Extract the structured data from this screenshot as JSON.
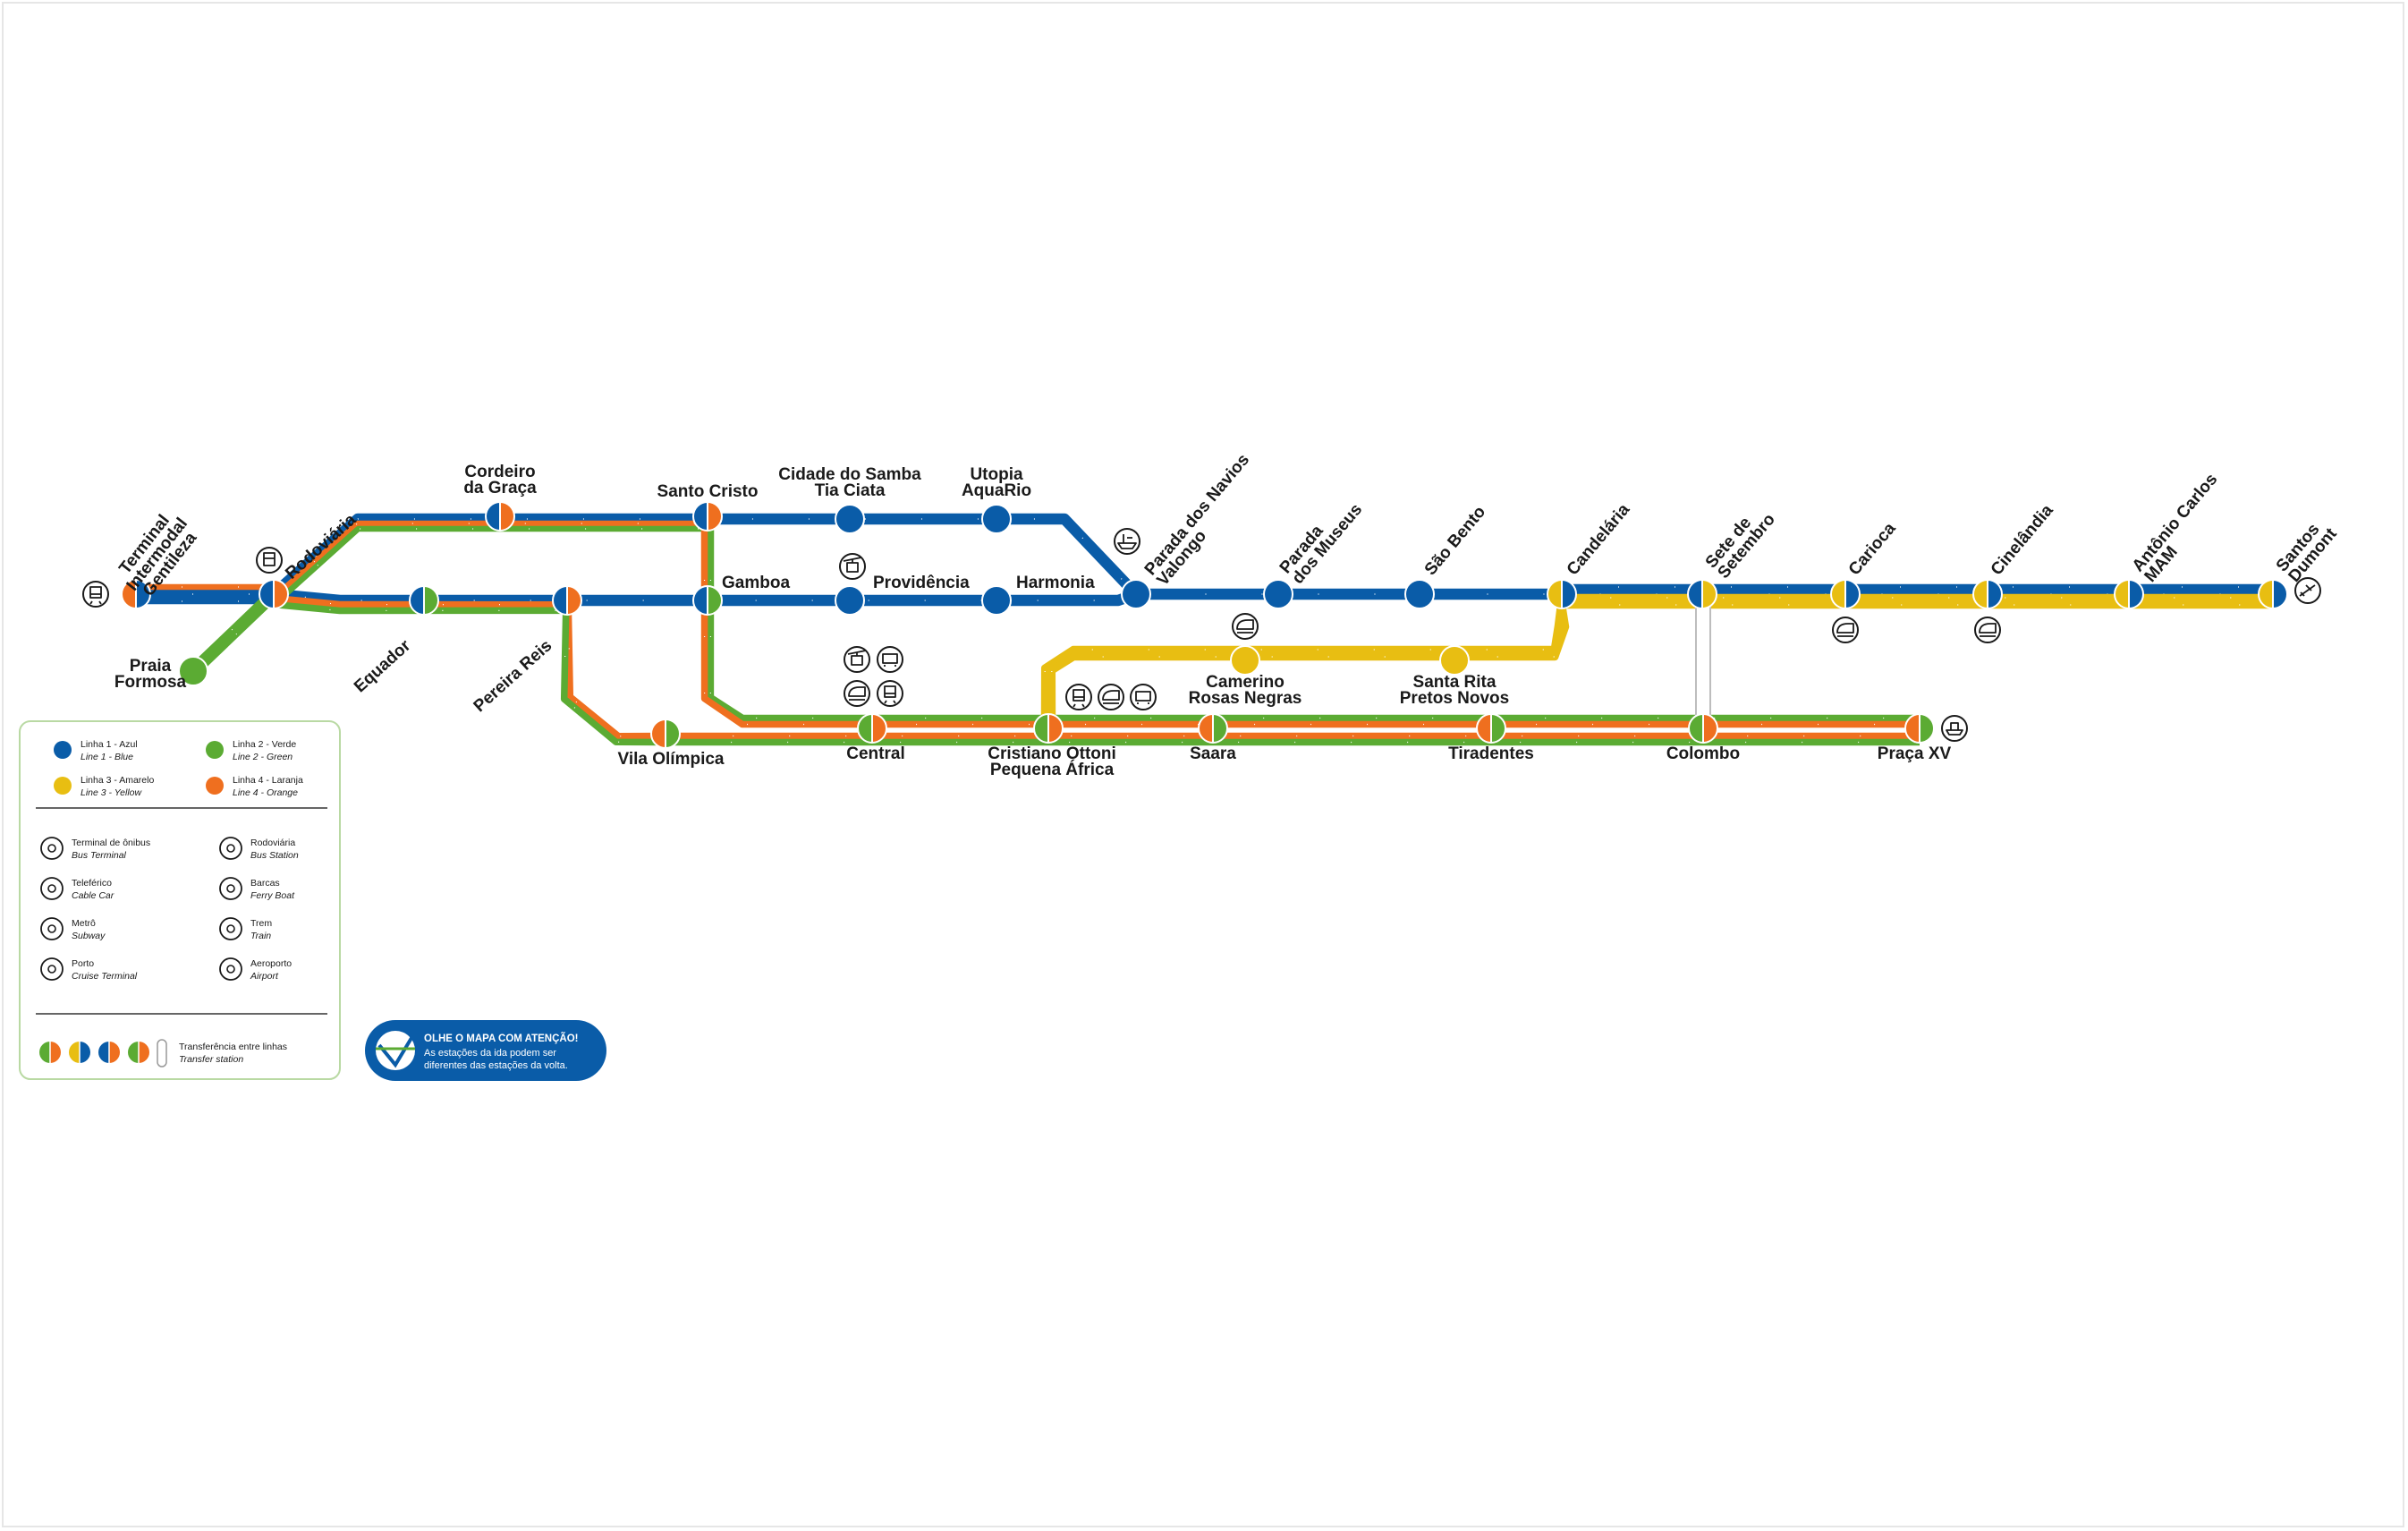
{
  "colors": {
    "blue": "#0a5ca8",
    "green": "#5bab33",
    "yellow": "#e8be12",
    "orange": "#ef6f1f",
    "legend_border": "#b9d9a3",
    "notice_bg": "#0a5ca8"
  },
  "stations": [
    {
      "id": "gentileza",
      "name": "Terminal\nIntermodal\nGentileza",
      "colors": [
        "orange",
        "blue"
      ]
    },
    {
      "id": "rodoviaria",
      "name": "Rodoviária",
      "colors": [
        "blue",
        "orange"
      ]
    },
    {
      "id": "praia-formosa",
      "name": "Praia\nFormosa",
      "colors": [
        "green"
      ]
    },
    {
      "id": "cordeiro",
      "name": "Cordeiro\nda Graça",
      "colors": [
        "blue",
        "orange"
      ]
    },
    {
      "id": "equador",
      "name": "Equador",
      "colors": [
        "blue",
        "green"
      ]
    },
    {
      "id": "pereira-reis",
      "name": "Pereira Reis",
      "colors": [
        "blue",
        "orange"
      ]
    },
    {
      "id": "santo-cristo",
      "name": "Santo Cristo",
      "colors": [
        "blue",
        "orange"
      ]
    },
    {
      "id": "gamboa",
      "name": "Gamboa",
      "colors": [
        "blue",
        "green"
      ]
    },
    {
      "id": "cidade-samba",
      "name": "Cidade do Samba\nTia Ciata",
      "colors": [
        "blue"
      ]
    },
    {
      "id": "providencia",
      "name": "Providência",
      "colors": [
        "blue"
      ]
    },
    {
      "id": "utopia",
      "name": "Utopia\nAquaRio",
      "colors": [
        "blue"
      ]
    },
    {
      "id": "harmonia",
      "name": "Harmonia",
      "colors": [
        "blue"
      ]
    },
    {
      "id": "parada-navios",
      "name": "Parada dos Navios\nValongo",
      "colors": [
        "blue"
      ]
    },
    {
      "id": "parada-museus",
      "name": "Parada\ndos Museus",
      "colors": [
        "blue"
      ]
    },
    {
      "id": "sao-bento",
      "name": "São Bento",
      "colors": [
        "blue"
      ]
    },
    {
      "id": "candelaria",
      "name": "Candelária",
      "colors": [
        "yellow",
        "blue"
      ]
    },
    {
      "id": "sete-setembro",
      "name": "Sete de\nSetembro",
      "colors": [
        "blue",
        "yellow"
      ]
    },
    {
      "id": "carioca",
      "name": "Carioca",
      "colors": [
        "yellow",
        "blue"
      ]
    },
    {
      "id": "cinelandia",
      "name": "Cinelândia",
      "colors": [
        "yellow",
        "blue"
      ]
    },
    {
      "id": "antonio-carlos",
      "name": "Antônio Carlos\nMAM",
      "colors": [
        "yellow",
        "blue"
      ]
    },
    {
      "id": "santos-dumont",
      "name": "Santos\nDumont",
      "colors": [
        "yellow",
        "blue"
      ]
    },
    {
      "id": "vila-olimpica",
      "name": "Vila Olímpica",
      "colors": [
        "orange",
        "green"
      ]
    },
    {
      "id": "central",
      "name": "Central",
      "colors": [
        "green",
        "orange"
      ]
    },
    {
      "id": "cristiano-ottoni",
      "name": "Cristiano Ottoni\nPequena África",
      "colors": [
        "green",
        "orange"
      ]
    },
    {
      "id": "camerino",
      "name": "Camerino\nRosas Negras",
      "colors": [
        "yellow"
      ]
    },
    {
      "id": "santa-rita",
      "name": "Santa Rita\nPretos Novos",
      "colors": [
        "yellow"
      ]
    },
    {
      "id": "saara",
      "name": "Saara",
      "colors": [
        "orange",
        "green"
      ]
    },
    {
      "id": "tiradentes",
      "name": "Tiradentes",
      "colors": [
        "orange",
        "green"
      ]
    },
    {
      "id": "colombo",
      "name": "Colombo",
      "colors": [
        "green",
        "orange"
      ]
    },
    {
      "id": "praca-xv",
      "name": "Praça XV",
      "colors": [
        "orange",
        "green"
      ]
    }
  ],
  "legend": {
    "lines": [
      {
        "color": "blue",
        "name": "Linha 1 - Azul",
        "en": "Line 1 - Blue"
      },
      {
        "color": "green",
        "name": "Linha 2 - Verde",
        "en": "Line 2 - Green"
      },
      {
        "color": "yellow",
        "name": "Linha 3 - Amarelo",
        "en": "Line 3 - Yellow"
      },
      {
        "color": "orange",
        "name": "Linha 4 - Laranja",
        "en": "Line 4 - Orange"
      }
    ],
    "services": [
      {
        "icon": "bus-terminal-icon",
        "name": "Terminal de ônibus",
        "en": "Bus Terminal"
      },
      {
        "icon": "bus-station-icon",
        "name": "Rodoviária",
        "en": "Bus Station"
      },
      {
        "icon": "cable-car-icon",
        "name": "Teleférico",
        "en": "Cable Car"
      },
      {
        "icon": "ferry-icon",
        "name": "Barcas",
        "en": "Ferry Boat"
      },
      {
        "icon": "subway-icon",
        "name": "Metrô",
        "en": "Subway"
      },
      {
        "icon": "train-icon",
        "name": "Trem",
        "en": "Train"
      },
      {
        "icon": "cruise-icon",
        "name": "Porto",
        "en": "Cruise Terminal"
      },
      {
        "icon": "airport-icon",
        "name": "Aeroporto",
        "en": "Airport"
      }
    ],
    "transfer": {
      "name": "Transferência entre linhas",
      "en": "Transfer station"
    }
  },
  "notice": {
    "title": "OLHE O MAPA COM ATENÇÃO!",
    "text_1": "As estações da ida podem ser",
    "text_2": "diferentes das estações da volta."
  }
}
